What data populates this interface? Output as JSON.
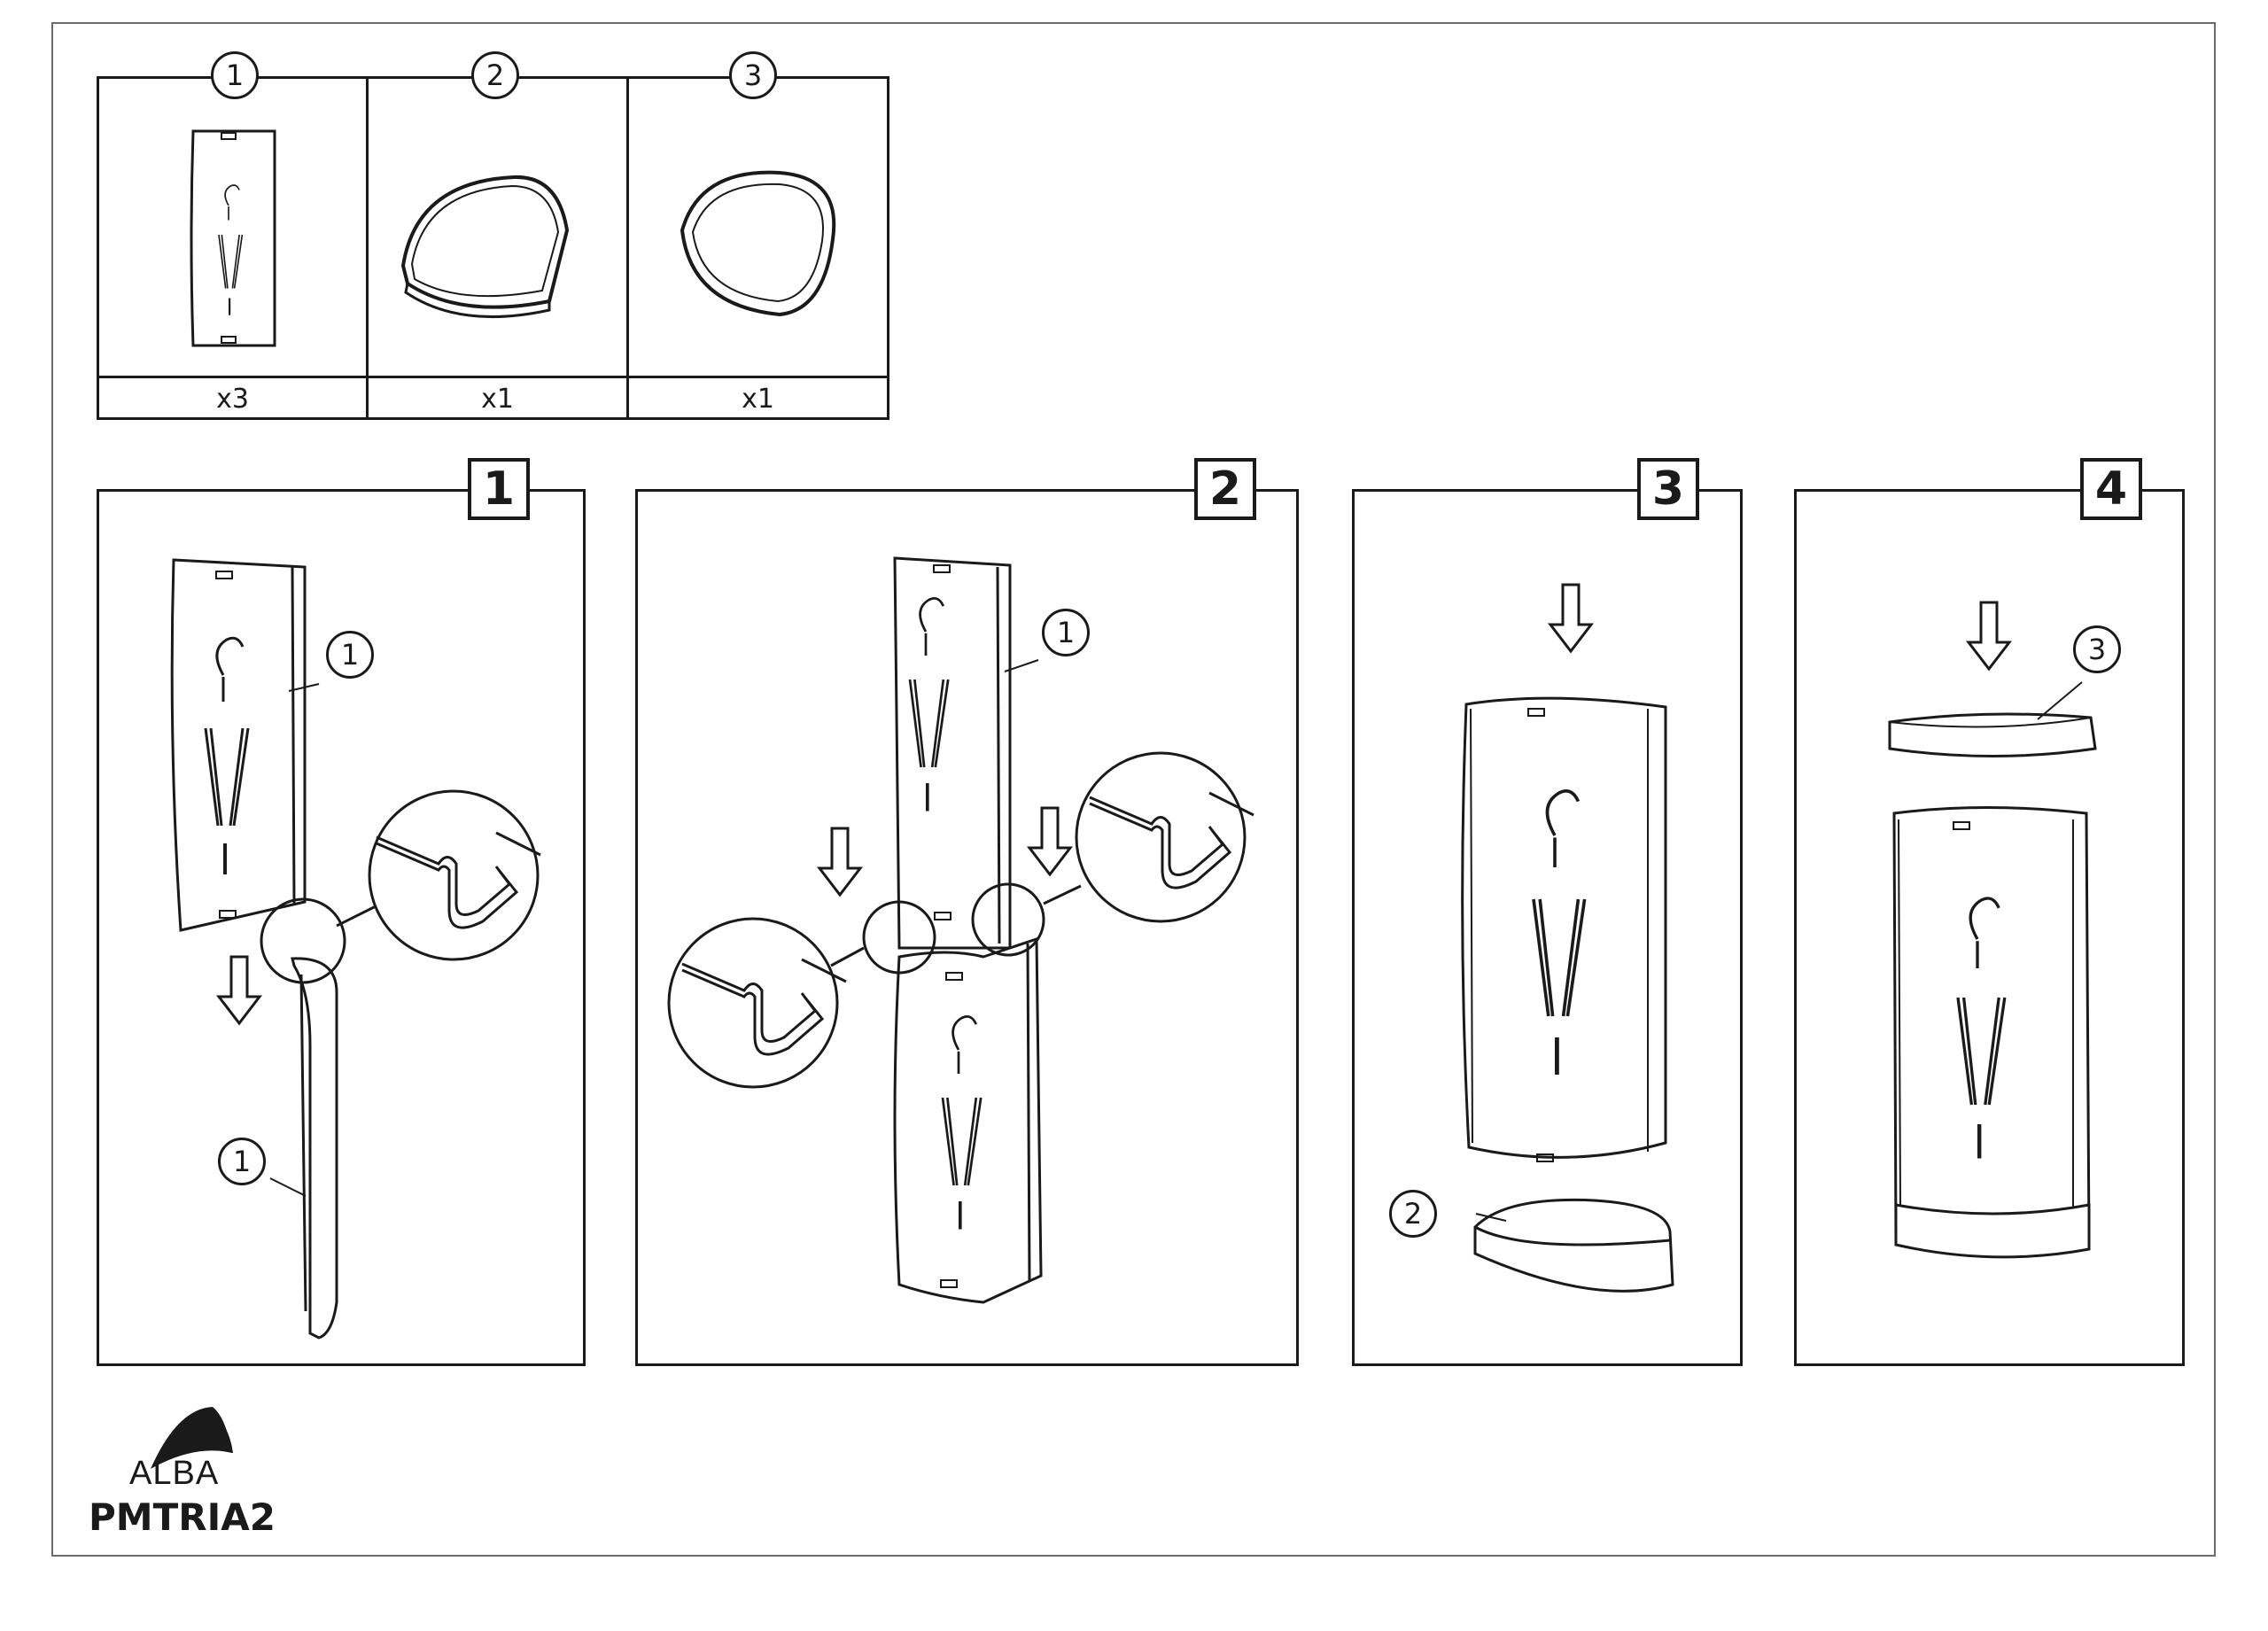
{
  "parts": [
    {
      "number": "1",
      "quantity": "x3"
    },
    {
      "number": "2",
      "quantity": "x1"
    },
    {
      "number": "3",
      "quantity": "x1"
    }
  ],
  "steps": [
    {
      "number": "1",
      "callouts": [
        "1",
        "1"
      ]
    },
    {
      "number": "2",
      "callouts": [
        "1"
      ]
    },
    {
      "number": "3",
      "callouts": [
        "2"
      ]
    },
    {
      "number": "4",
      "callouts": [
        "3"
      ]
    }
  ],
  "brand": "ALBA",
  "model": "PMTRIA2",
  "icons": [
    "arrow-down-icon",
    "detail-magnifier-icon",
    "alba-logo-icon"
  ],
  "colors": {
    "line": "#1a1a1a",
    "background": "#ffffff"
  }
}
